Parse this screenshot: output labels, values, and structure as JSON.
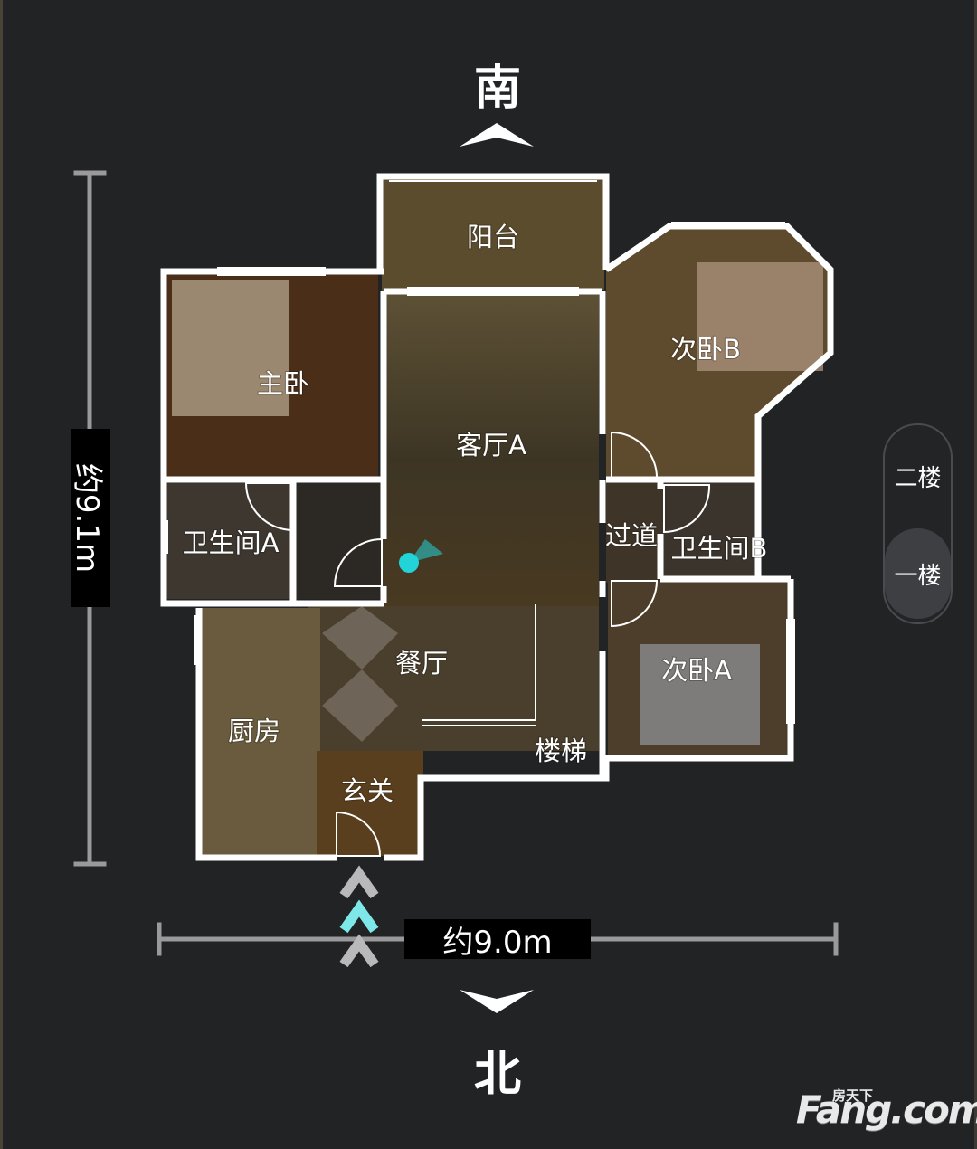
{
  "compass": {
    "south": "南",
    "north": "北"
  },
  "dimensions": {
    "width": "约9.0m",
    "height": "约9.1m"
  },
  "floors": [
    {
      "label": "二楼",
      "active": false
    },
    {
      "label": "一楼",
      "active": true
    }
  ],
  "rooms": {
    "balcony": "阳台",
    "master_bedroom": "主卧",
    "living_room_a": "客厅A",
    "secondary_bedroom_b": "次卧B",
    "bathroom_a": "卫生间A",
    "hallway": "过道",
    "bathroom_b": "卫生间B",
    "dining_room": "餐厅",
    "secondary_bedroom_a": "次卧A",
    "kitchen": "厨房",
    "stairs": "楼梯",
    "entrance": "玄关"
  },
  "watermark": {
    "main": "Fang.com",
    "small": "房天下"
  },
  "colors": {
    "background": "#222325",
    "wall": "#ffffff",
    "location_marker": "#22d3d8",
    "accent_arrow": "#7ee8e8"
  },
  "icons": [
    "south-arrow-icon",
    "north-arrow-icon",
    "location-marker-icon",
    "entry-chevrons-icon"
  ]
}
